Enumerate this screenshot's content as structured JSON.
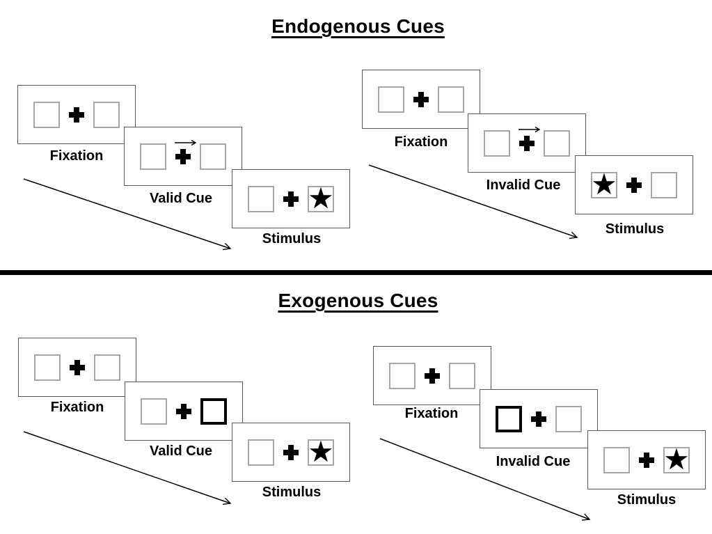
{
  "titles": {
    "endogenous": "Endogenous Cues",
    "exogenous": "Exogenous Cues"
  },
  "symbols": {
    "star": "★"
  },
  "sequences": {
    "endo_valid": {
      "fixation_label": "Fixation",
      "cue_label": "Valid Cue",
      "stimulus_label": "Stimulus",
      "cue_type": "central-arrow-right",
      "stimulus_side": "right"
    },
    "endo_invalid": {
      "fixation_label": "Fixation",
      "cue_label": "Invalid Cue",
      "stimulus_label": "Stimulus",
      "cue_type": "central-arrow-right",
      "stimulus_side": "left"
    },
    "exo_valid": {
      "fixation_label": "Fixation",
      "cue_label": "Valid Cue",
      "stimulus_label": "Stimulus",
      "cue_type": "peripheral-box-right",
      "stimulus_side": "right"
    },
    "exo_invalid": {
      "fixation_label": "Fixation",
      "cue_label": "Invalid Cue",
      "stimulus_label": "Stimulus",
      "cue_type": "peripheral-box-left",
      "stimulus_side": "right"
    }
  },
  "colors": {
    "panel_border": "#595959",
    "square_border": "#a6a6a6",
    "ink": "#000000",
    "background": "#ffffff"
  }
}
